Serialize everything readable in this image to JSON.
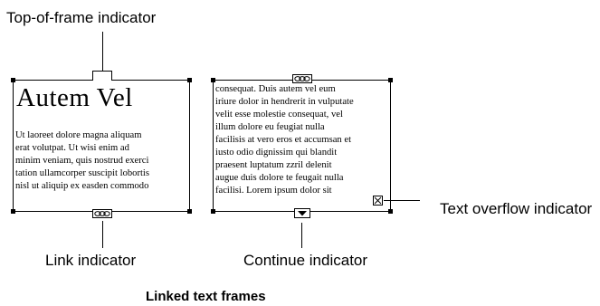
{
  "callouts": {
    "top_of_frame": "Top-of-frame indicator",
    "link": "Link indicator",
    "continue": "Continue indicator",
    "overflow": "Text overflow indicator"
  },
  "caption": "Linked text frames",
  "frame1": {
    "headline": "Autem Vel",
    "lines": [
      "Ut laoreet dolore magna aliquam",
      "erat volutpat.  Ut wisi enim ad",
      "minim veniam, quis nostrud exerci",
      "tation ullamcorper suscipit lobortis",
      "nisl ut aliquip ex easden commodo"
    ]
  },
  "frame2": {
    "lines": [
      "consequat.  Duis autem vel eum",
      "iriure dolor in hendrerit in vulputate",
      "velit esse molestie consequat, vel",
      "illum dolore eu feugiat nulla",
      "facilisis at vero eros et accumsan et",
      "iusto odio dignissim qui blandit",
      "praesent luptatum zzril delenit",
      "augue duis dolore te feugait nulla",
      "facilisi.  Lorem ipsum dolor sit"
    ]
  }
}
